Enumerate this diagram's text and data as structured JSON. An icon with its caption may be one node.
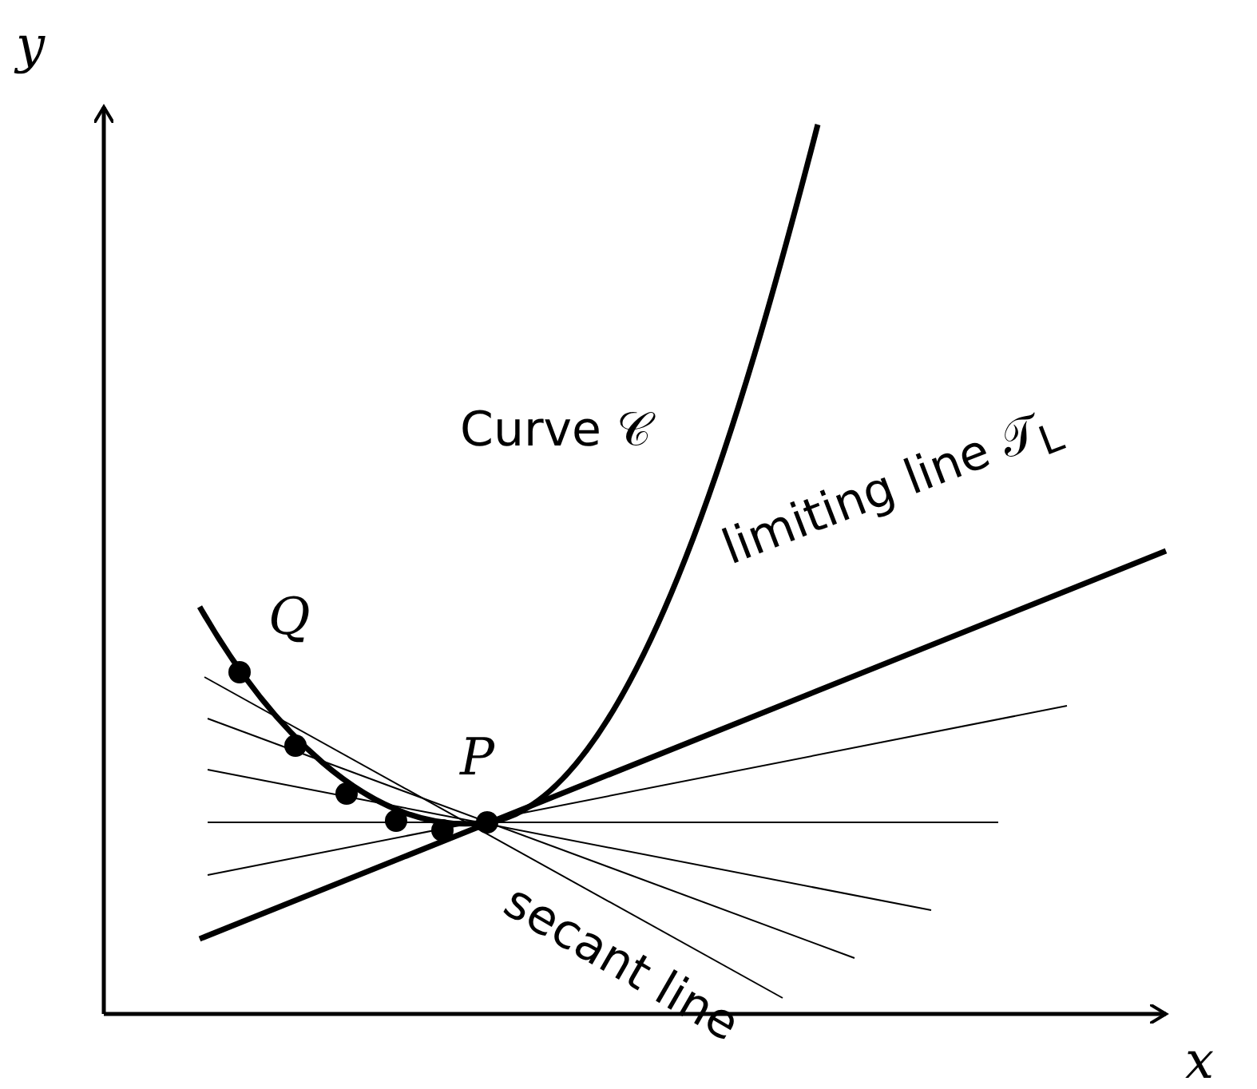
{
  "diagram": {
    "labels": [
      "y",
      "Curve 𝒞",
      "limiting line 𝒯$_{L}$",
      "Q",
      "P",
      "secant line",
      "x"
    ]
  }
}
